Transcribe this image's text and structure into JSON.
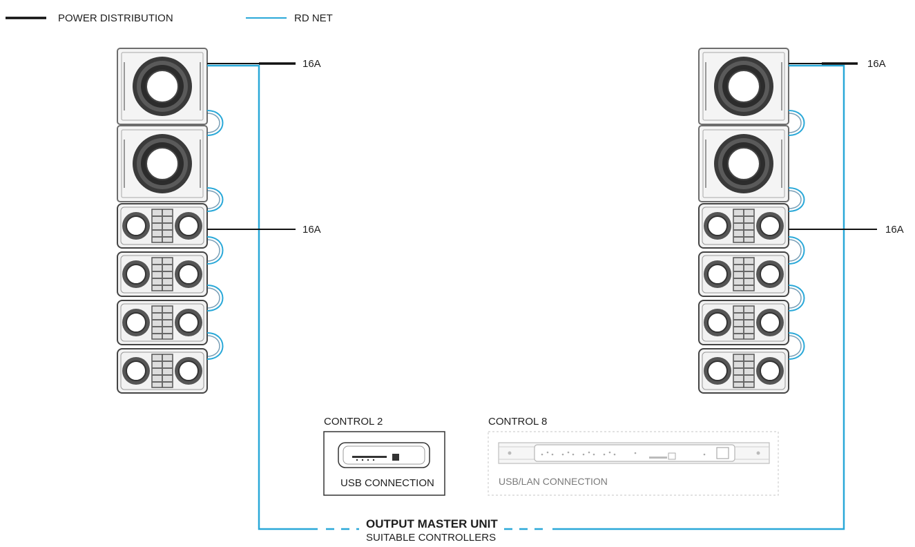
{
  "legend": {
    "power": {
      "label": "POWER DISTRIBUTION",
      "color": "#111111"
    },
    "rdnet": {
      "label": "RD NET",
      "color": "#29a8d8"
    }
  },
  "power_labels": {
    "left_top": "16A",
    "left_mid": "16A",
    "right_top": "16A",
    "right_mid": "16A"
  },
  "control2": {
    "title": "CONTROL 2",
    "connection": "USB CONNECTION"
  },
  "control8": {
    "title": "CONTROL 8",
    "connection": "USB/LAN CONNECTION"
  },
  "master": {
    "title": "OUTPUT MASTER UNIT",
    "subtitle": "SUITABLE CONTROLLERS"
  },
  "stacks": [
    {
      "side": "left",
      "subwoofers": 2,
      "line_array_modules": 4
    },
    {
      "side": "right",
      "subwoofers": 2,
      "line_array_modules": 4
    }
  ],
  "icons": {
    "subwoofer": "subwoofer-icon",
    "line_array": "line-array-module-icon",
    "usb_controller": "usb-controller-icon",
    "rack_controller": "rack-controller-icon"
  }
}
